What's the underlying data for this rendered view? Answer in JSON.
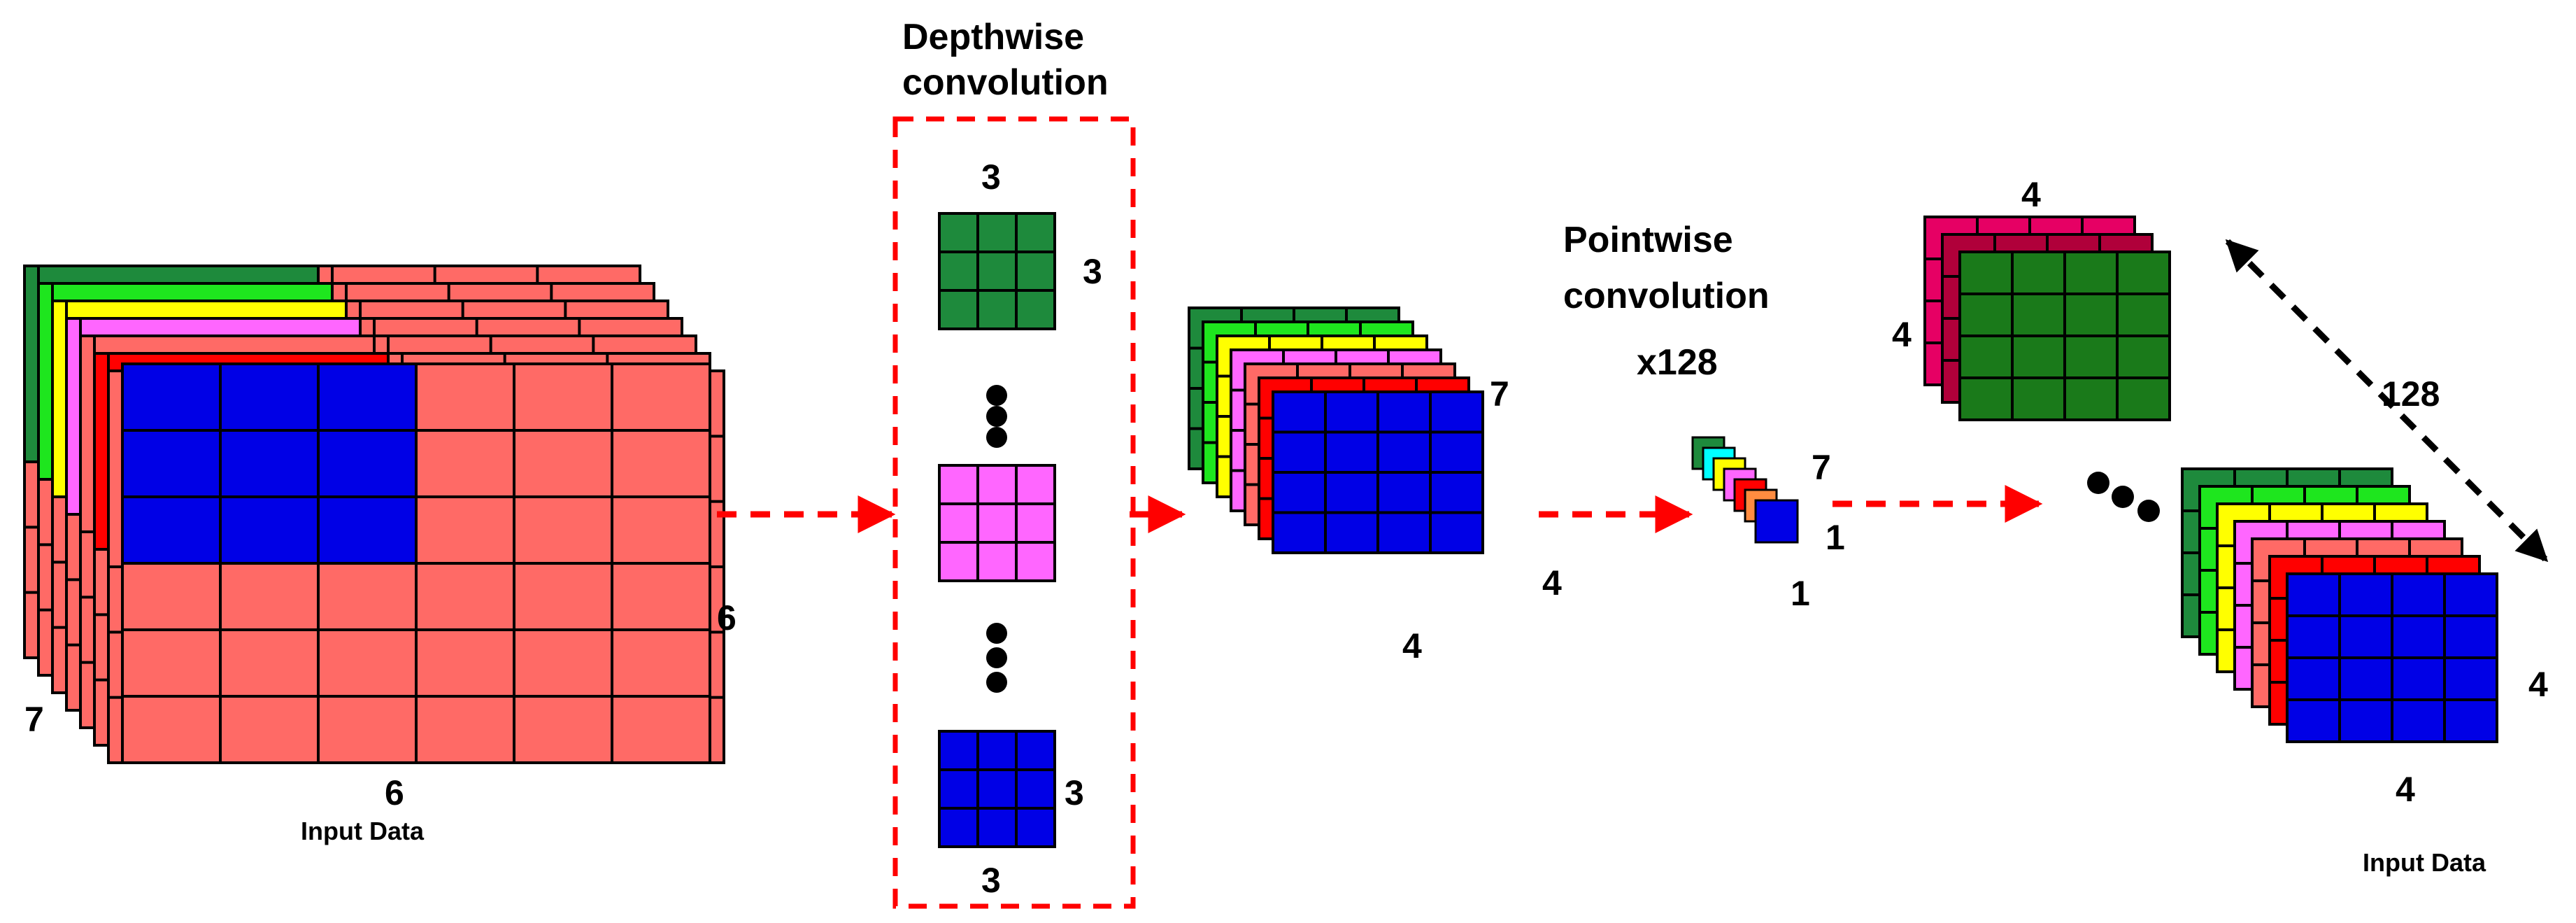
{
  "labels": {
    "input_width": "6",
    "input_height": "6",
    "input_depth": "7",
    "input_caption": "Input  Data",
    "depthwise_line1": "Depthwise",
    "depthwise_line2": "convolution",
    "kernel_top": "3",
    "kernel_side": "3",
    "kernel_bottom_side": "3",
    "kernel_bottom": "3",
    "mid_depth": "7",
    "mid_height": "4",
    "mid_width": "4",
    "pointwise_line1": "Pointwise",
    "pointwise_line2": "convolution",
    "pointwise_mult": "x128",
    "point_depth": "7",
    "point_h": "1",
    "point_w": "1",
    "out_top_width": "4",
    "out_top_height": "4",
    "out_count": "128",
    "out_height": "4",
    "out_width": "4",
    "output_caption": "Input  Data"
  },
  "colors": {
    "layers": [
      "#1e8a3c",
      "#1ee61e",
      "#ffff00",
      "#ff66ff",
      "#ff6a66",
      "#ff0000",
      "#ff6a66",
      "#0000e6"
    ],
    "salmon": "#ff6a66",
    "dark_green": "#1e8a3c",
    "pink": "#ff66ff",
    "blue": "#0000e6",
    "arrow_red": "#ff0000",
    "crimson": "#e60064",
    "maroon": "#b0003a",
    "out_green": "#1a7a1a",
    "tiny_stack": [
      "#1e8a3c",
      "#00ffff",
      "#ffff00",
      "#ff66ff",
      "#ff0000",
      "#ff8c40",
      "#0000e6"
    ]
  }
}
